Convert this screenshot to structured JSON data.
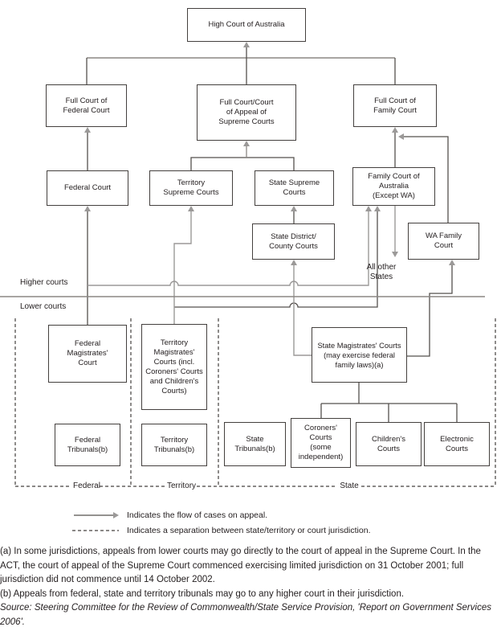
{
  "diagram": {
    "boxes": {
      "high_court": "High Court of Australia",
      "full_federal": "Full Court of\nFederal Court",
      "full_supreme": "Full Court/Court\nof Appeal of\nSupreme Courts",
      "full_family": "Full Court of\nFamily Court",
      "federal_court": "Federal Court",
      "territory_supreme": "Territory\nSupreme Courts",
      "state_supreme": "State Supreme\nCourts",
      "family_court": "Family Court of\nAustralia\n(Except WA)",
      "state_district": "State District/\nCounty Courts",
      "wa_family": "WA Family\nCourt",
      "federal_mag": "Federal\nMagistrates'\nCourt",
      "territory_mag": "Territory\nMagistrates'\nCourts (incl.\nCoroners' Courts\nand Children's\nCourts)",
      "state_mag": "State Magistrates' Courts\n(may exercise federal\nfamily laws)(a)",
      "federal_trib": "Federal\nTribunals(b)",
      "territory_trib": "Territory\nTribunals(b)",
      "state_trib": "State\nTribunals(b)",
      "coroners": "Coroners'\nCourts\n(some\nindependent)",
      "childrens": "Children's\nCourts",
      "electronic": "Electronic\nCourts"
    },
    "labels": {
      "higher_courts": "Higher courts",
      "lower_courts": "Lower courts",
      "all_other_states": "All other\nStates",
      "federal": "Federal",
      "territory": "Territory",
      "state": "State"
    },
    "legend": {
      "arrow": "Indicates the flow of cases on appeal.",
      "dashed": "Indicates a separation between state/territory or court jurisdiction."
    },
    "footnotes": {
      "a": "(a) In some jurisdictions, appeals from lower courts may go directly to the court of appeal in the Supreme Court. In the ACT, the court of appeal of the Supreme Court commenced exercising limited jurisdiction on 31 October 2001; full jurisdiction did not commence until 14 October 2002.",
      "b": "(b) Appeals from federal, state and territory tribunals may go to any higher court in their jurisdiction."
    },
    "source": "Source: Steering Committee for the Review of Commonwealth/State Service Provision, 'Report on Government Services 2006'."
  },
  "colors": {
    "line_dark": "#55504d",
    "line_grey": "#9b9998",
    "line_mid": "#8b8784",
    "arrowhead": "#9b9998",
    "text": "#262122",
    "border": "#44403e"
  }
}
